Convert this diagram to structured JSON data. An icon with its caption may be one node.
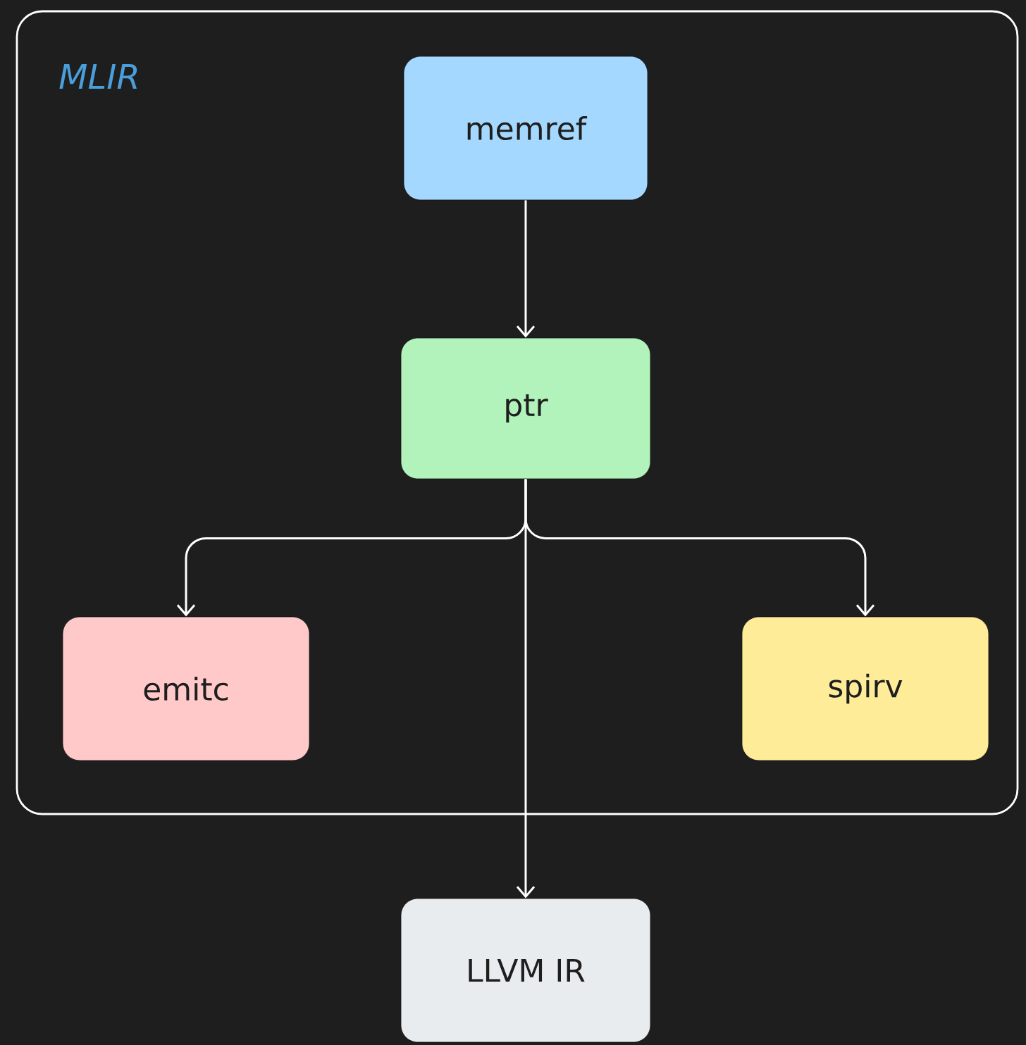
{
  "diagram": {
    "nodes": [
      {
        "text": [
          "MLIR"
        ]
      },
      {
        "text": [
          "memref"
        ],
        "in": 0
      },
      {
        "text": [
          "ptr"
        ],
        "in": 0
      },
      {
        "text": [
          "emitc"
        ],
        "in": 0
      },
      {
        "text": [
          "spirv"
        ],
        "in": 0
      },
      {
        "text": [
          "LLVM IR"
        ]
      }
    ],
    "edges": [
      {
        "from": 1,
        "to": 2,
        "arrow": "to"
      },
      {
        "from": 2,
        "to": 3,
        "arrow": "to"
      },
      {
        "from": 2,
        "to": 4,
        "arrow": "to"
      },
      {
        "from": 2,
        "to": 5,
        "arrow": "to"
      }
    ]
  }
}
